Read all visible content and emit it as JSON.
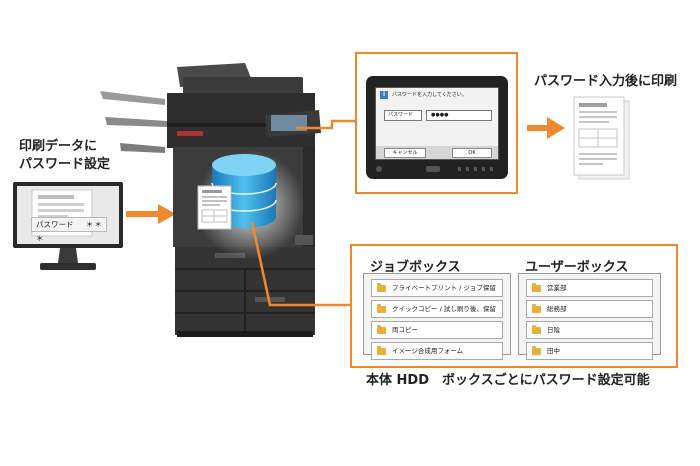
{
  "left_caption": {
    "line1": "印刷データに",
    "line2": "パスワード設定"
  },
  "monitor": {
    "field_label": "パスワード",
    "masked_value": "＊＊＊"
  },
  "touch_panel": {
    "prompt": "パスワードを入力してください。",
    "field_label": "パスワード",
    "input_value": "●●●●",
    "cancel_label": "キャンセル",
    "ok_label": "OK"
  },
  "right_caption": "パスワード入力後に印刷",
  "job_box": {
    "title": "ジョブボックス",
    "items": [
      "プライベートプリント / ジョブ保留",
      "クイックコピー / 試し刷り後、保留",
      "両コピー",
      "イメージ合成用フォーム"
    ]
  },
  "user_box": {
    "title": "ユーザーボックス",
    "items": [
      "営業部",
      "総務部",
      "日陰",
      "田中"
    ]
  },
  "bottom_caption": "本体 HDD　ボックスごとにパスワード設定可能",
  "colors": {
    "accent": "#f0892d",
    "db": "#2f9fd6"
  }
}
